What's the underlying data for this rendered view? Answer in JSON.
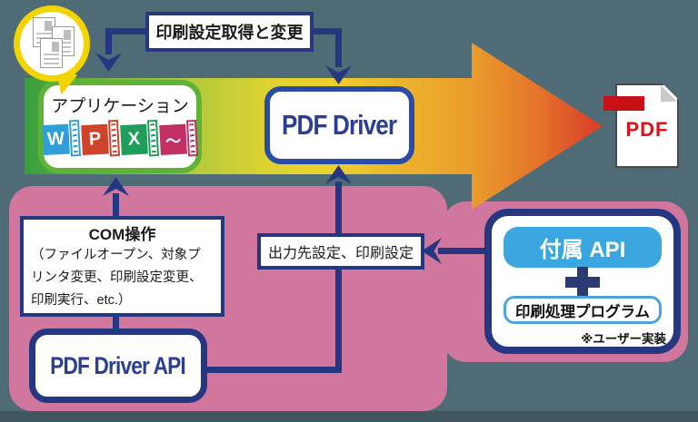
{
  "diagram": {
    "top_label": "印刷設定取得と変更",
    "application": {
      "title": "アプリケーション",
      "icons": [
        {
          "name": "word-icon",
          "letter": "W",
          "color": "#2E9FD8"
        },
        {
          "name": "powerpoint-icon",
          "letter": "P",
          "color": "#D0432B"
        },
        {
          "name": "excel-icon",
          "letter": "X",
          "color": "#1F9D5B"
        },
        {
          "name": "ichitaro-icon",
          "letter": "〜",
          "color": "#C23064"
        }
      ]
    },
    "pdf_driver_label": "PDF Driver",
    "pdf_file_label": "PDF",
    "com_box": {
      "title": "COM操作",
      "body": "（ファイルオープン、対象プリンタ変更、印刷設定変更、印刷実行、etc.）"
    },
    "pdf_driver_api_label": "PDF Driver API",
    "output_settings_label": "出力先設定、印刷設定",
    "bundled_api": {
      "title": "付属 API",
      "program_label": "印刷処理プログラム",
      "note": "※ユーザー実装"
    },
    "colors": {
      "background": "#4E6B76",
      "pink_panel": "#D1769D",
      "navy_connector": "#263781",
      "app_green_border": "#5EB236",
      "bundled_api_blue": "#3AA7E0",
      "arrow_green": "#379E3E",
      "arrow_yellow": "#EDD02D",
      "arrow_red": "#D93A2A",
      "pdf_red": "#E0101A",
      "bubble_yellow": "#F2D400"
    }
  }
}
